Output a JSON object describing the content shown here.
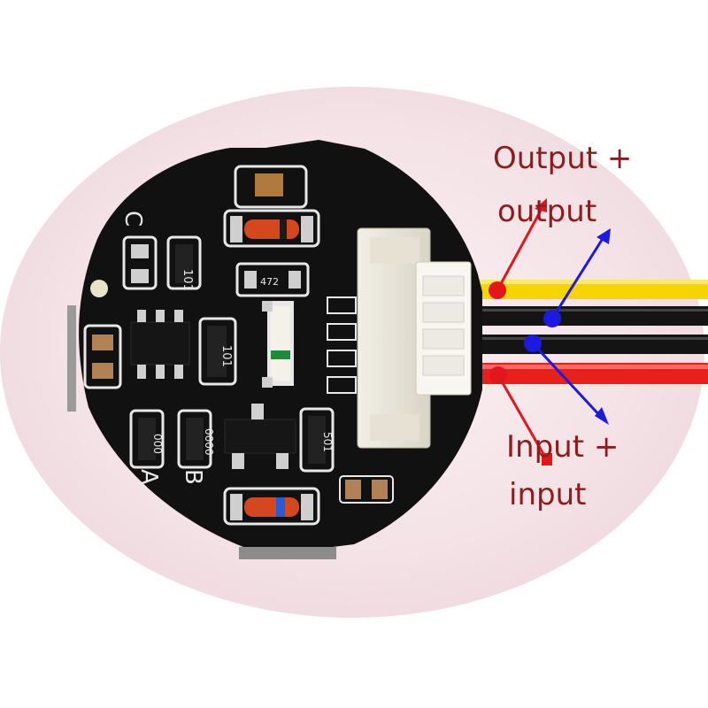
{
  "labels": {
    "output_plus": "Output +",
    "output": "output",
    "input_plus": "Input +",
    "input": "input"
  },
  "silkscreen": {
    "c": "C",
    "a": "A",
    "b": "B",
    "r1": "101",
    "r2": "472",
    "r3": "101",
    "r4": "000",
    "r5": "0000",
    "r6": "501"
  },
  "colors": {
    "annotation_text": "#8b1d1d",
    "positive_arrow": "#e3161c",
    "negative_arrow": "#1a1ae0",
    "wire_yellow": "#f5d400",
    "wire_black": "#111111",
    "wire_red": "#e8201a",
    "board": "#111111",
    "backdrop": "#f4e3e7"
  },
  "icons": {
    "output_positive_marker": "red-dot-arrow-up-icon",
    "output_negative_marker": "blue-dot-arrow-up-icon",
    "input_negative_marker": "blue-dot-arrow-down-icon",
    "input_positive_marker": "red-dot-arrow-down-icon"
  }
}
